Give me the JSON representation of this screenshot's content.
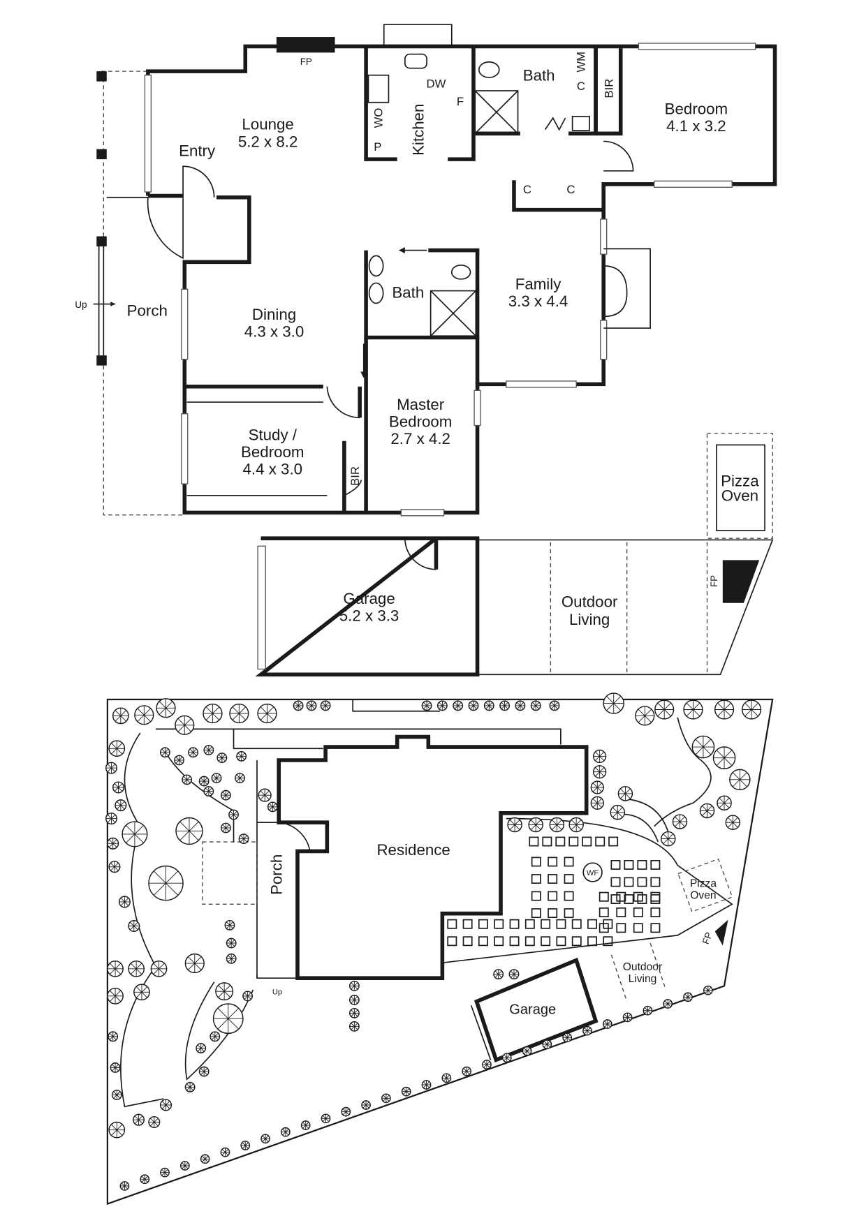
{
  "floor_plan": {
    "rooms": {
      "lounge": {
        "name": "Lounge",
        "size": "5.2 x 8.2"
      },
      "entry": {
        "name": "Entry"
      },
      "kitchen": {
        "name": "Kitchen"
      },
      "bath_top": {
        "name": "Bath"
      },
      "bedroom": {
        "name": "Bedroom",
        "size": "4.1 x 3.2"
      },
      "family": {
        "name": "Family",
        "size": "3.3 x 4.4"
      },
      "bath_mid": {
        "name": "Bath"
      },
      "porch": {
        "name": "Porch"
      },
      "dining": {
        "name": "Dining",
        "size": "4.3 x 3.0"
      },
      "master": {
        "name1": "Master",
        "name2": "Bedroom",
        "size": "2.7 x 4.2"
      },
      "study": {
        "name1": "Study /",
        "name2": "Bedroom",
        "size": "4.4 x 3.0"
      },
      "pizza_oven": {
        "name1": "Pizza",
        "name2": "Oven"
      },
      "garage": {
        "name": "Garage",
        "size": "5.2 x 3.3"
      },
      "outdoor": {
        "name1": "Outdoor",
        "name2": "Living"
      }
    },
    "fixtures": {
      "fp_lounge": "FP",
      "dw": "DW",
      "f": "F",
      "wo": "WO",
      "p": "P",
      "c_laundry": "C",
      "wm": "WM",
      "bir_bedroom": "BIR",
      "c1": "C",
      "c2": "C",
      "bir_study": "BIR",
      "fp_outdoor": "FP",
      "up": "Up"
    }
  },
  "site_plan": {
    "residence": "Residence",
    "porch": "Porch",
    "wf": "WF",
    "pizza1": "Pizza",
    "pizza2": "Oven",
    "fp": "FP",
    "outdoor1": "Outdoor",
    "outdoor2": "Living",
    "garage": "Garage",
    "up": "Up"
  }
}
